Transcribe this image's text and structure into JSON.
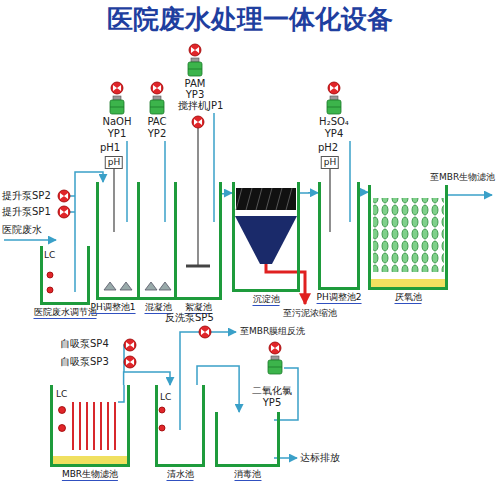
{
  "diagram": {
    "title": "医院废水处理一体化设备",
    "nodes": [
      {
        "text": [
          "医院废水调节池"
        ]
      },
      {
        "text": [
          "PH调整池1"
        ]
      },
      {
        "text": [
          "混凝池"
        ]
      },
      {
        "text": [
          "絮凝池"
        ]
      },
      {
        "text": [
          "沉淀池"
        ]
      },
      {
        "text": [
          "PH调整池2"
        ]
      },
      {
        "text": [
          "厌氧池"
        ]
      },
      {
        "text": [
          "MBR生物滤池"
        ]
      },
      {
        "text": [
          "清水池"
        ]
      },
      {
        "text": [
          "消毒池"
        ]
      }
    ],
    "edges": [
      {
        "from": 0,
        "to": 1,
        "arrow": "to"
      },
      {
        "from": 3,
        "to": 4,
        "arrow": "to"
      },
      {
        "from": 4,
        "to": 5,
        "arrow": "to"
      },
      {
        "from": 5,
        "to": 6,
        "arrow": "to"
      },
      {
        "from": 7,
        "to": 8,
        "arrow": "to"
      },
      {
        "from": 8,
        "to": 9,
        "arrow": "to"
      }
    ],
    "labels": [
      "医院废水",
      "LC",
      "提升泵SP2",
      "提升泵SP1",
      "NaOH",
      "YP1",
      "pH1",
      "pH",
      "PAC",
      "YP2",
      "PAM",
      "YP3",
      "搅拌机JP1",
      "H₂SO₄",
      "YP4",
      "pH2",
      "pH",
      "至MBR生物滤池",
      "至污泥浓缩池",
      "反洗泵SP5",
      "至MBR膜组反洗",
      "自吸泵SP4",
      "自吸泵SP3",
      "LC",
      "LC",
      "二氧化氯",
      "YP5",
      "达标排放"
    ]
  }
}
